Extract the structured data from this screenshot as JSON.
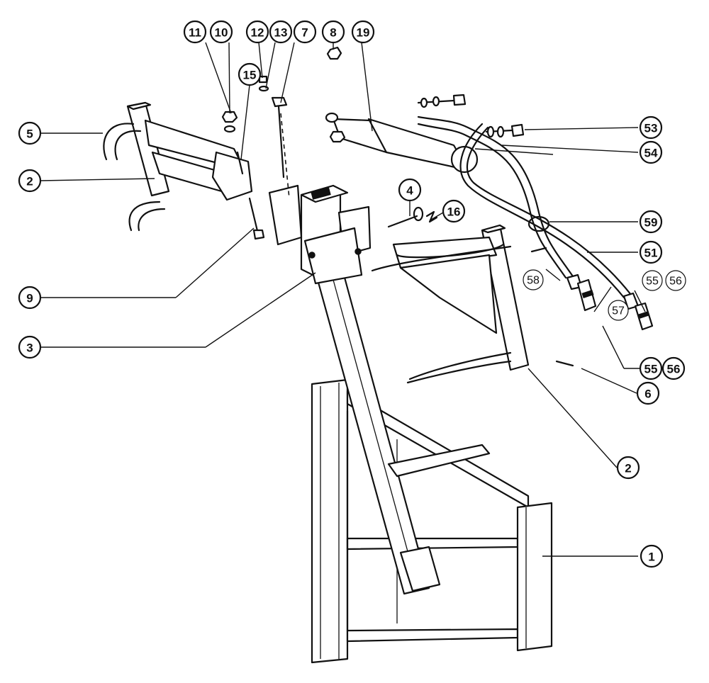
{
  "diagram": {
    "callouts": [
      {
        "id": "c1",
        "label": "1"
      },
      {
        "id": "c2a",
        "label": "2"
      },
      {
        "id": "c2b",
        "label": "2"
      },
      {
        "id": "c3",
        "label": "3"
      },
      {
        "id": "c4",
        "label": "4"
      },
      {
        "id": "c5",
        "label": "5"
      },
      {
        "id": "c6",
        "label": "6"
      },
      {
        "id": "c7",
        "label": "7"
      },
      {
        "id": "c8",
        "label": "8"
      },
      {
        "id": "c9",
        "label": "9"
      },
      {
        "id": "c10",
        "label": "10"
      },
      {
        "id": "c11",
        "label": "11"
      },
      {
        "id": "c12",
        "label": "12"
      },
      {
        "id": "c13",
        "label": "13"
      },
      {
        "id": "c15",
        "label": "15"
      },
      {
        "id": "c16",
        "label": "16"
      },
      {
        "id": "c19",
        "label": "19"
      },
      {
        "id": "c51",
        "label": "51"
      },
      {
        "id": "c53",
        "label": "53"
      },
      {
        "id": "c54",
        "label": "54"
      },
      {
        "id": "c55a",
        "label": "55"
      },
      {
        "id": "c56a",
        "label": "56"
      },
      {
        "id": "c55b",
        "label": "55"
      },
      {
        "id": "c56b",
        "label": "56"
      },
      {
        "id": "c57",
        "label": "57"
      },
      {
        "id": "c58",
        "label": "58"
      },
      {
        "id": "c59",
        "label": "59"
      }
    ]
  }
}
